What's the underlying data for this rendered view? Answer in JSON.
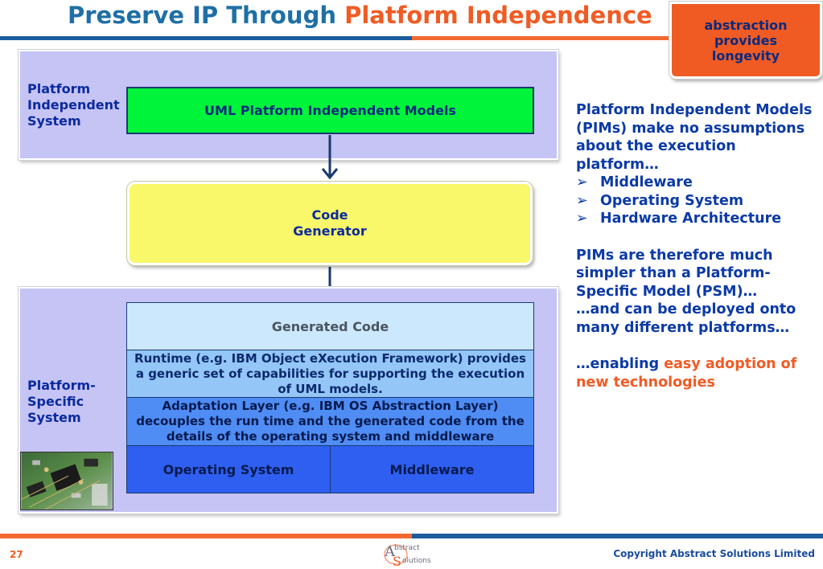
{
  "title": {
    "part1": "Preserve IP Through ",
    "part2": "Platform Independence"
  },
  "callout": {
    "text": "abstraction\nprovides\nlongevity"
  },
  "pis": {
    "label": "Platform\nIndependent\nSystem",
    "uml_box": "UML Platform Independent Models"
  },
  "code_generator": {
    "text": "Code\nGenerator"
  },
  "pss": {
    "label": "Platform-\nSpecific\nSystem",
    "generated_code": "Generated Code",
    "runtime": "Runtime (e.g. IBM Object eXecution Framework) provides a generic set of capabilities for supporting the execution of UML models.",
    "adaptation": "Adaptation Layer (e.g. IBM OS Abstraction Layer) decouples the run time and the generated code from the details of the operating system and middleware",
    "operating_system": "Operating System",
    "middleware": "Middleware"
  },
  "right_text": {
    "para1": "Platform Independent Models (PIMs) make no assumptions about the execution platform…",
    "bullet_glyph": "➢",
    "bullets": [
      "Middleware",
      "Operating System",
      "Hardware Architecture"
    ],
    "para2": "PIMs are therefore much simpler than a Platform-Specific Model (PSM)…",
    "para3": "…and can be deployed onto many different platforms…",
    "para4_prefix": "…enabling ",
    "para4_highlight": "easy adoption of new technologies"
  },
  "footer": {
    "page_number": "27",
    "copyright": "Copyright Abstract Solutions Limited",
    "logo_line1": "bstract",
    "logo_line2": "olutions",
    "logo_a": "A",
    "logo_s": "S"
  },
  "colors": {
    "orange": "#f05b24",
    "blue": "#1a5c9c",
    "text_blue": "#0b3aa6"
  }
}
